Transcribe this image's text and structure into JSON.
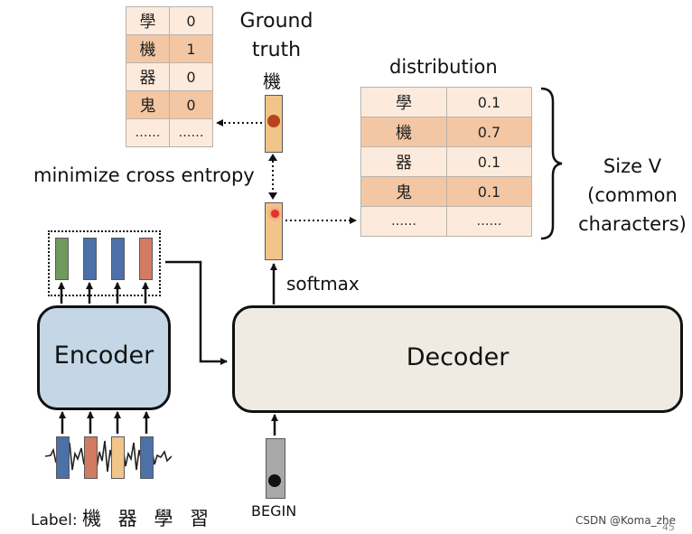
{
  "ground_truth": {
    "title_line1": "Ground",
    "title_line2": "truth",
    "char": "機",
    "rows": [
      {
        "token": "學",
        "value": "0"
      },
      {
        "token": "機",
        "value": "1"
      },
      {
        "token": "器",
        "value": "0"
      },
      {
        "token": "鬼",
        "value": "0"
      },
      {
        "token": "……",
        "value": "……"
      }
    ]
  },
  "distribution": {
    "title": "distribution",
    "rows": [
      {
        "token": "學",
        "value": "0.1"
      },
      {
        "token": "機",
        "value": "0.7"
      },
      {
        "token": "器",
        "value": "0.1"
      },
      {
        "token": "鬼",
        "value": "0.1"
      },
      {
        "token": "……",
        "value": "……"
      }
    ]
  },
  "size_label": {
    "line1": "Size V",
    "line2": "(common",
    "line3": "characters)"
  },
  "minimize_label": "minimize cross entropy",
  "softmax_label": "softmax",
  "encoder_label": "Encoder",
  "decoder_label": "Decoder",
  "begin_label": "BEGIN",
  "label_text": {
    "prefix": "Label:",
    "chars": "機 器 學 習"
  },
  "watermark": "CSDN @Koma_zhe",
  "page_number": "45",
  "colors": {
    "encoder_fill": "#c5d7e6",
    "decoder_fill": "#efebe3",
    "table_light": "#fcebdd",
    "table_dark": "#f3c7a3",
    "vec_orange": "#f1c489",
    "vec_green": "#6f9a5c",
    "vec_blue": "#4c70a8",
    "vec_red": "#d07b62",
    "begin_gray": "#a8a8a8"
  }
}
